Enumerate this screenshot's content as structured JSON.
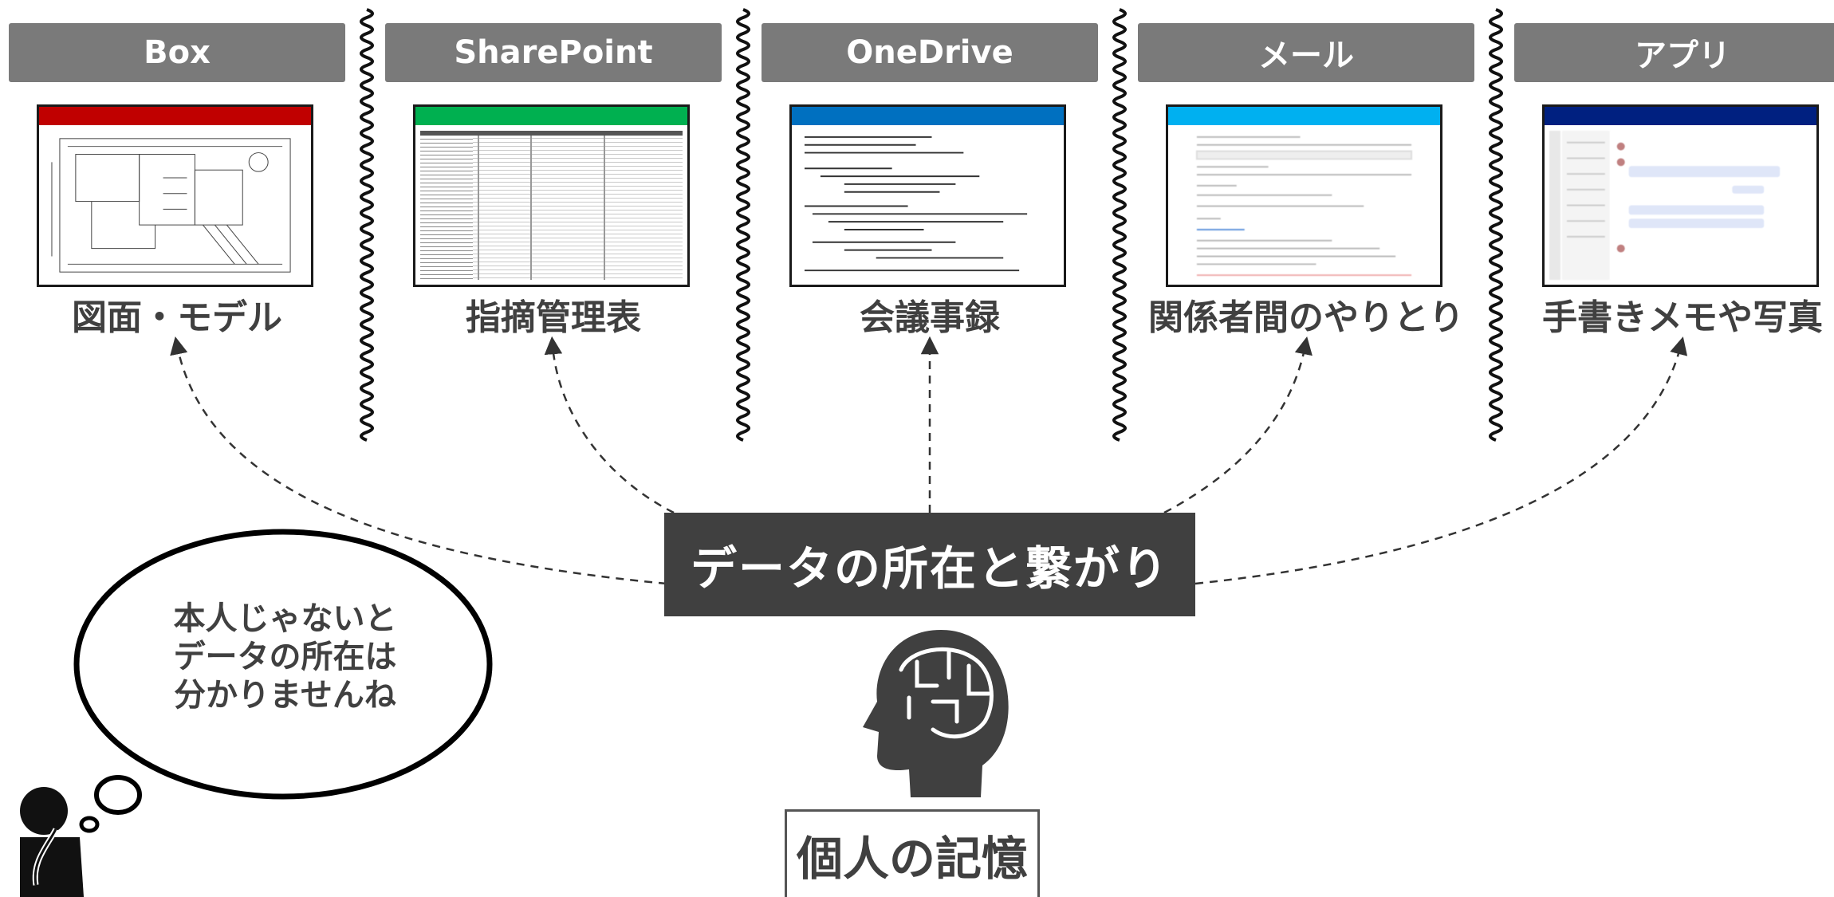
{
  "sources": [
    {
      "tab": "Box",
      "caption": "図面・モデル",
      "bar_color": "#c00000",
      "preview": "blueprint"
    },
    {
      "tab": "SharePoint",
      "caption": "指摘管理表",
      "bar_color": "#00b050",
      "preview": "spreadsheet"
    },
    {
      "tab": "OneDrive",
      "caption": "会議事録",
      "bar_color": "#0070c0",
      "preview": "document"
    },
    {
      "tab": "メール",
      "caption": "関係者間のやりとり",
      "bar_color": "#00b0f0",
      "preview": "email"
    },
    {
      "tab": "アプリ",
      "caption": "手書きメモや写真",
      "bar_color": "#002080",
      "preview": "chat-app"
    }
  ],
  "center": {
    "label": "データの所在と繋がり"
  },
  "memory": {
    "label": "個人の記憶",
    "icon": "brain-head-icon"
  },
  "thought": {
    "lines": [
      "本人じゃないと",
      "データの所在は",
      "分かりませんね"
    ],
    "icon": "thinking-person-icon"
  },
  "colors": {
    "tab_bg": "#7a7a7a",
    "dark": "#404040",
    "line": "#333333"
  }
}
